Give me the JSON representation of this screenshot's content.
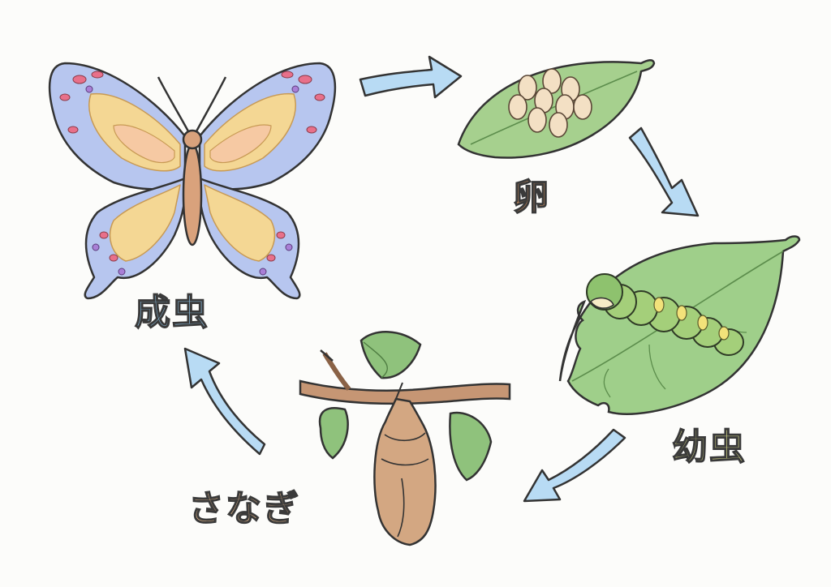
{
  "stages": {
    "adult": {
      "label": "成虫",
      "color": "#8fc4e6"
    },
    "egg": {
      "label": "卵",
      "color": "#f0a266"
    },
    "larva": {
      "label": "幼虫",
      "color": "#d9dc8a"
    },
    "pupa": {
      "label": "さなぎ",
      "color": "#e6b98c"
    }
  },
  "colors": {
    "arrow": "#b6d9f2",
    "leaf": "#9fcf8a",
    "branch": "#b58a66",
    "outline": "#333333"
  },
  "icons": [
    "butterfly",
    "eggs-on-leaf",
    "caterpillar-on-leaf",
    "chrysalis-on-branch",
    "cycle-arrow"
  ]
}
